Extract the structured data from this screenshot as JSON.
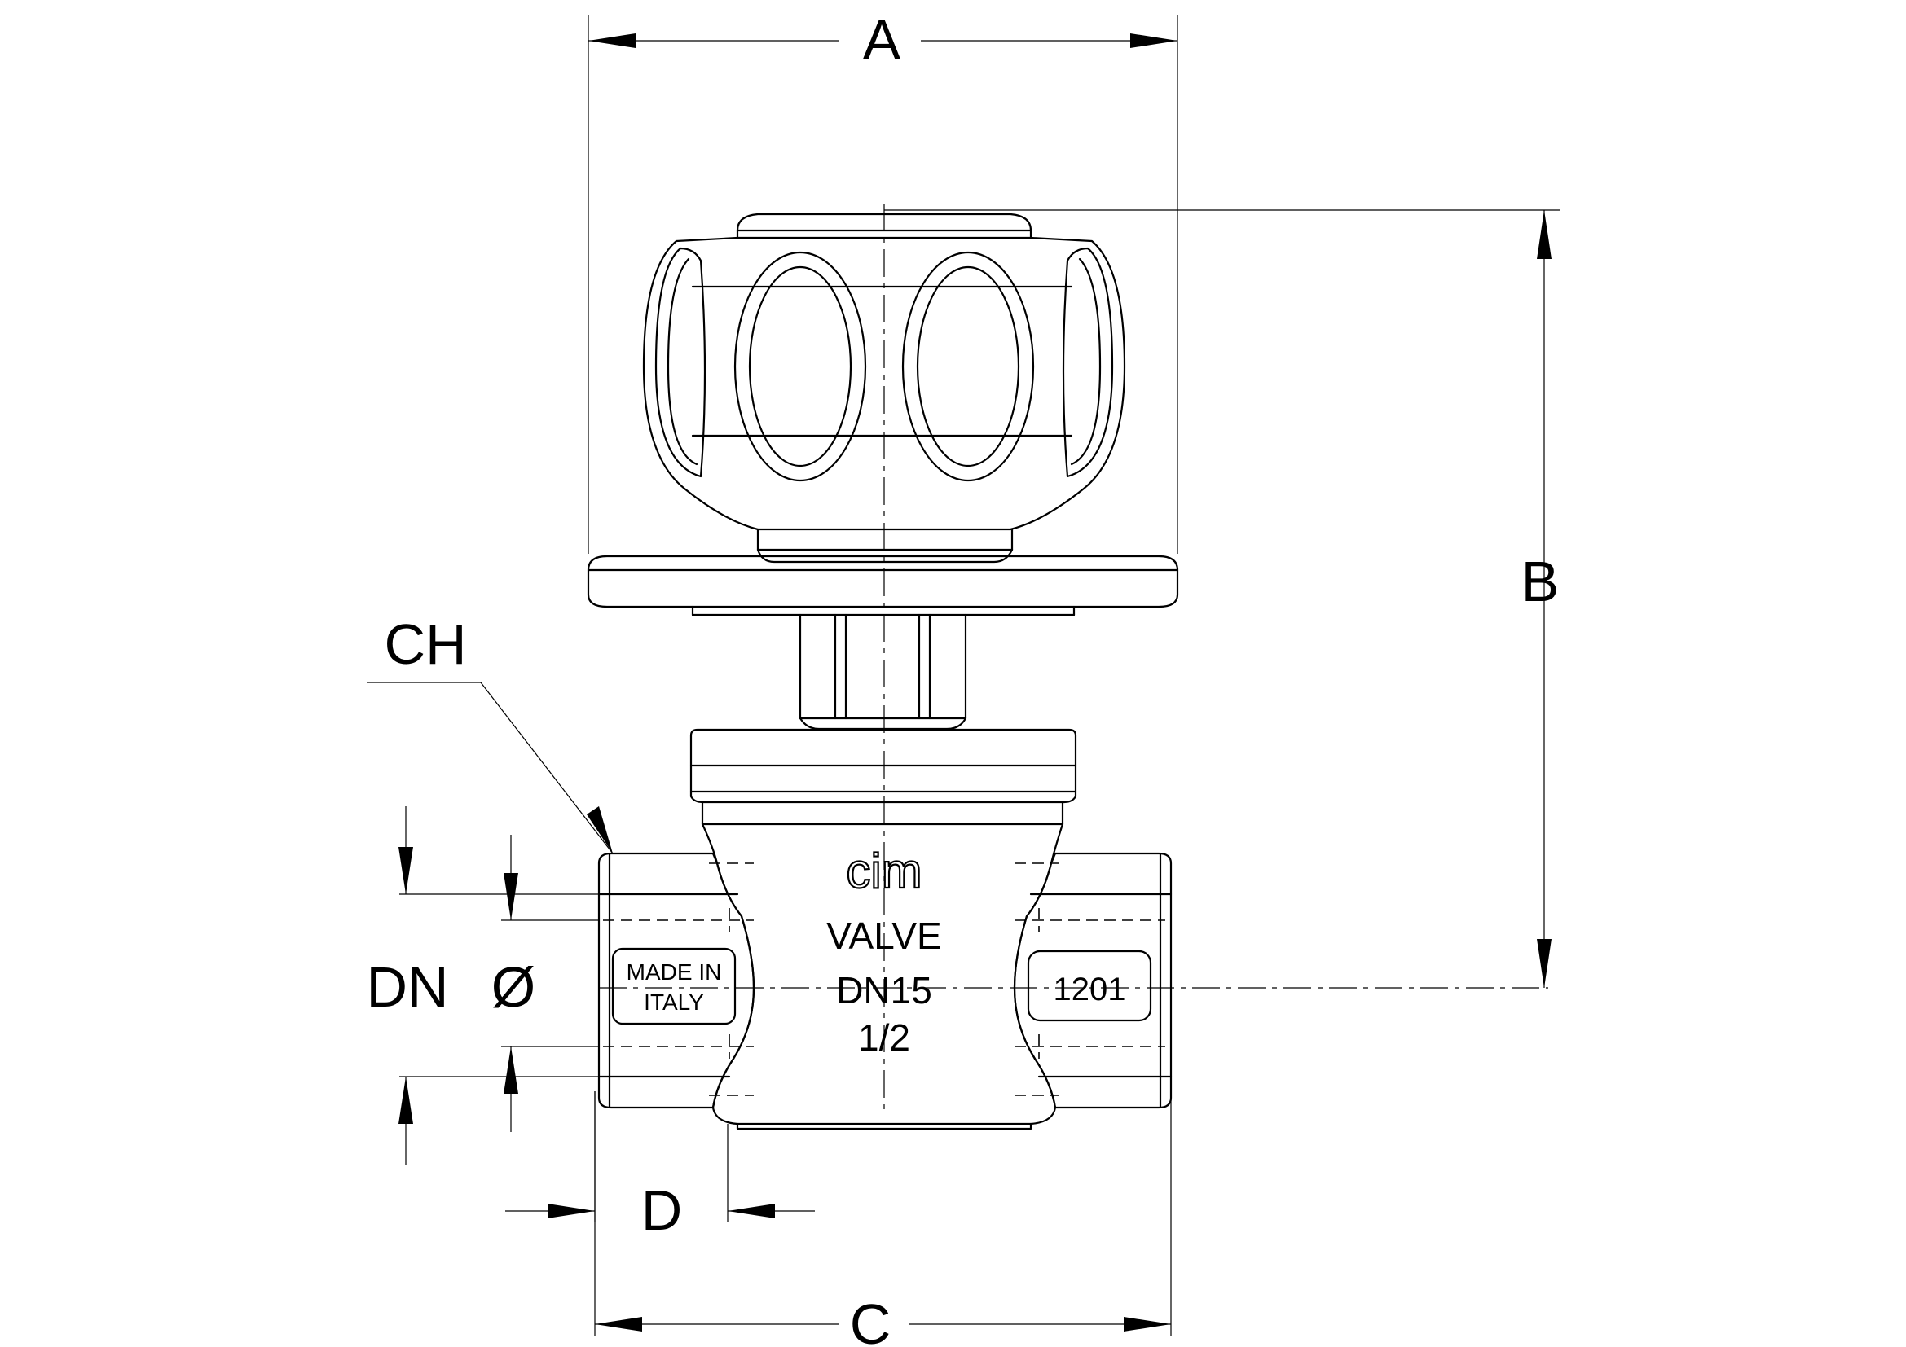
{
  "dimensions": {
    "A": "A",
    "B": "B",
    "C": "C",
    "D": "D",
    "CH": "CH",
    "DN": "DN",
    "diameter": "Ø"
  },
  "body_markings": {
    "brand": "cim",
    "product": "VALVE",
    "size": "DN15",
    "thread": "1/2",
    "origin_line1": "MADE IN",
    "origin_line2": "ITALY",
    "model": "1201"
  }
}
